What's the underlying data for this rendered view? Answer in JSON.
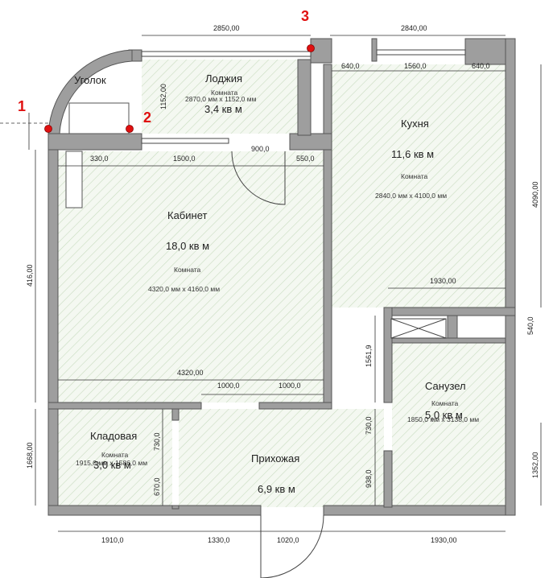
{
  "rooms": {
    "loggia": {
      "name": "Лоджия",
      "type": "Комната",
      "size": "2870,0 мм x 1152,0 мм",
      "area": "3,4 кв м"
    },
    "corner": {
      "name": "Уголок"
    },
    "kitchen": {
      "name": "Кухня",
      "area": "11,6 кв м",
      "type": "Комната",
      "size": "2840,0 мм x 4100,0 мм"
    },
    "study": {
      "name": "Кабинет",
      "area": "18,0 кв м",
      "type": "Комната",
      "size": "4320,0 мм x 4160,0 мм"
    },
    "pantry": {
      "name": "Кладовая",
      "type": "Комната",
      "size": "1915,0 мм x 1586,0 мм",
      "area": "3,0 кв м"
    },
    "hall": {
      "name": "Прихожая",
      "area": "6,9 кв м"
    },
    "bathroom": {
      "name": "Санузел",
      "type": "Комната",
      "size": "1850,0 мм x 3138,0 мм",
      "area": "5,0 кв м"
    }
  },
  "dimensions": {
    "top_loggia": "2850,00",
    "top_kitchen": "2840,00",
    "kitchen_win_left": "640,0",
    "kitchen_win_mid": "1560,0",
    "kitchen_win_right": "640,0",
    "loggia_height": "1152,00",
    "study_top_330": "330,0",
    "study_top_1500": "1500,0",
    "study_door_900": "900,0",
    "study_top_550": "550,0",
    "right_4090": "4090,00",
    "left_416": "416,00",
    "bath_1930_top": "1930,00",
    "right_540": "540,0",
    "bath_1561": "1561,9",
    "study_4320": "4320,00",
    "hall_1000_a": "1000,0",
    "hall_1000_b": "1000,0",
    "left_1668": "1668,00",
    "pantry_730": "730,0",
    "pantry_670": "670,0",
    "hall_730": "730,0",
    "hall_938": "938,0",
    "right_1352": "1352,00",
    "bottom_1910": "1910,0",
    "bottom_1330": "1330,0",
    "bottom_1020": "1020,0",
    "bottom_1930": "1930,00"
  },
  "markers": {
    "m1": "1",
    "m2": "2",
    "m3": "3"
  },
  "colors": {
    "wall": "#9e9e9e",
    "hatch": "#c9dcc0",
    "marker": "#e01010"
  }
}
